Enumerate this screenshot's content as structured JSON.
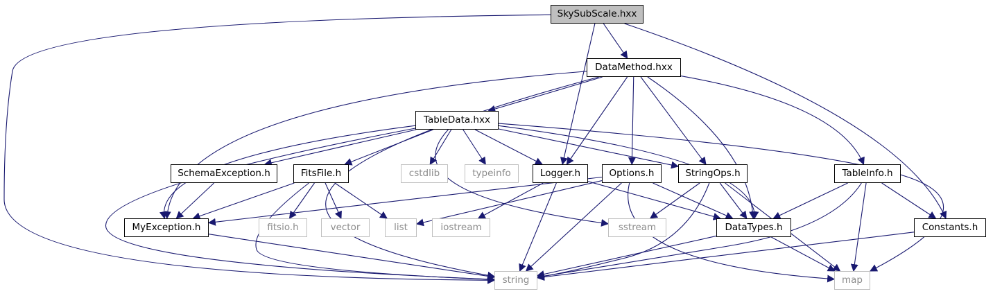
{
  "graph": {
    "colors": {
      "edge": "#191970",
      "root_fill": "#bfbfbf",
      "system_border": "#bfbfbf",
      "system_text": "#8c8c8c"
    },
    "nodes": {
      "skysubscale": {
        "label": "SkySubScale.hxx",
        "kind": "root"
      },
      "datamethod": {
        "label": "DataMethod.hxx",
        "kind": "local"
      },
      "tabledata": {
        "label": "TableData.hxx",
        "kind": "local"
      },
      "schemaexception": {
        "label": "SchemaException.h",
        "kind": "local"
      },
      "fitsfile": {
        "label": "FitsFile.h",
        "kind": "local"
      },
      "cstdlib": {
        "label": "cstdlib",
        "kind": "system"
      },
      "typeinfo": {
        "label": "typeinfo",
        "kind": "system"
      },
      "logger": {
        "label": "Logger.h",
        "kind": "local"
      },
      "options": {
        "label": "Options.h",
        "kind": "local"
      },
      "stringops": {
        "label": "StringOps.h",
        "kind": "local"
      },
      "tableinfo": {
        "label": "TableInfo.h",
        "kind": "local"
      },
      "myexception": {
        "label": "MyException.h",
        "kind": "local"
      },
      "fitsio": {
        "label": "fitsio.h",
        "kind": "system"
      },
      "vector": {
        "label": "vector",
        "kind": "system"
      },
      "list": {
        "label": "list",
        "kind": "system"
      },
      "iostream": {
        "label": "iostream",
        "kind": "system"
      },
      "sstream": {
        "label": "sstream",
        "kind": "system"
      },
      "datatypes": {
        "label": "DataTypes.h",
        "kind": "local"
      },
      "constants": {
        "label": "Constants.h",
        "kind": "local"
      },
      "string": {
        "label": "string",
        "kind": "system"
      },
      "map": {
        "label": "map",
        "kind": "system"
      }
    },
    "edges": [
      [
        "skysubscale",
        "datamethod"
      ],
      [
        "skysubscale",
        "logger"
      ],
      [
        "skysubscale",
        "constants"
      ],
      [
        "skysubscale",
        "string"
      ],
      [
        "datamethod",
        "tabledata"
      ],
      [
        "datamethod",
        "myexception"
      ],
      [
        "datamethod",
        "logger"
      ],
      [
        "datamethod",
        "options"
      ],
      [
        "datamethod",
        "stringops"
      ],
      [
        "datamethod",
        "datatypes"
      ],
      [
        "datamethod",
        "tableinfo"
      ],
      [
        "datamethod",
        "string"
      ],
      [
        "tabledata",
        "schemaexception"
      ],
      [
        "tabledata",
        "fitsfile"
      ],
      [
        "tabledata",
        "cstdlib"
      ],
      [
        "tabledata",
        "typeinfo"
      ],
      [
        "tabledata",
        "logger"
      ],
      [
        "tabledata",
        "stringops"
      ],
      [
        "tabledata",
        "datatypes"
      ],
      [
        "tabledata",
        "myexception"
      ],
      [
        "tabledata",
        "sstream"
      ],
      [
        "tabledata",
        "map"
      ],
      [
        "tabledata",
        "string"
      ],
      [
        "schemaexception",
        "myexception"
      ],
      [
        "fitsfile",
        "myexception"
      ],
      [
        "fitsfile",
        "fitsio"
      ],
      [
        "fitsfile",
        "vector"
      ],
      [
        "fitsfile",
        "list"
      ],
      [
        "fitsfile",
        "string"
      ],
      [
        "logger",
        "iostream"
      ],
      [
        "logger",
        "datatypes"
      ],
      [
        "logger",
        "string"
      ],
      [
        "options",
        "myexception"
      ],
      [
        "options",
        "list"
      ],
      [
        "options",
        "datatypes"
      ],
      [
        "options",
        "string"
      ],
      [
        "options",
        "map"
      ],
      [
        "stringops",
        "sstream"
      ],
      [
        "stringops",
        "datatypes"
      ],
      [
        "stringops",
        "map"
      ],
      [
        "stringops",
        "string"
      ],
      [
        "tableinfo",
        "datatypes"
      ],
      [
        "tableinfo",
        "constants"
      ],
      [
        "tableinfo",
        "map"
      ],
      [
        "tableinfo",
        "string"
      ],
      [
        "myexception",
        "string"
      ],
      [
        "datatypes",
        "string"
      ],
      [
        "datatypes",
        "map"
      ],
      [
        "constants",
        "string"
      ]
    ]
  }
}
